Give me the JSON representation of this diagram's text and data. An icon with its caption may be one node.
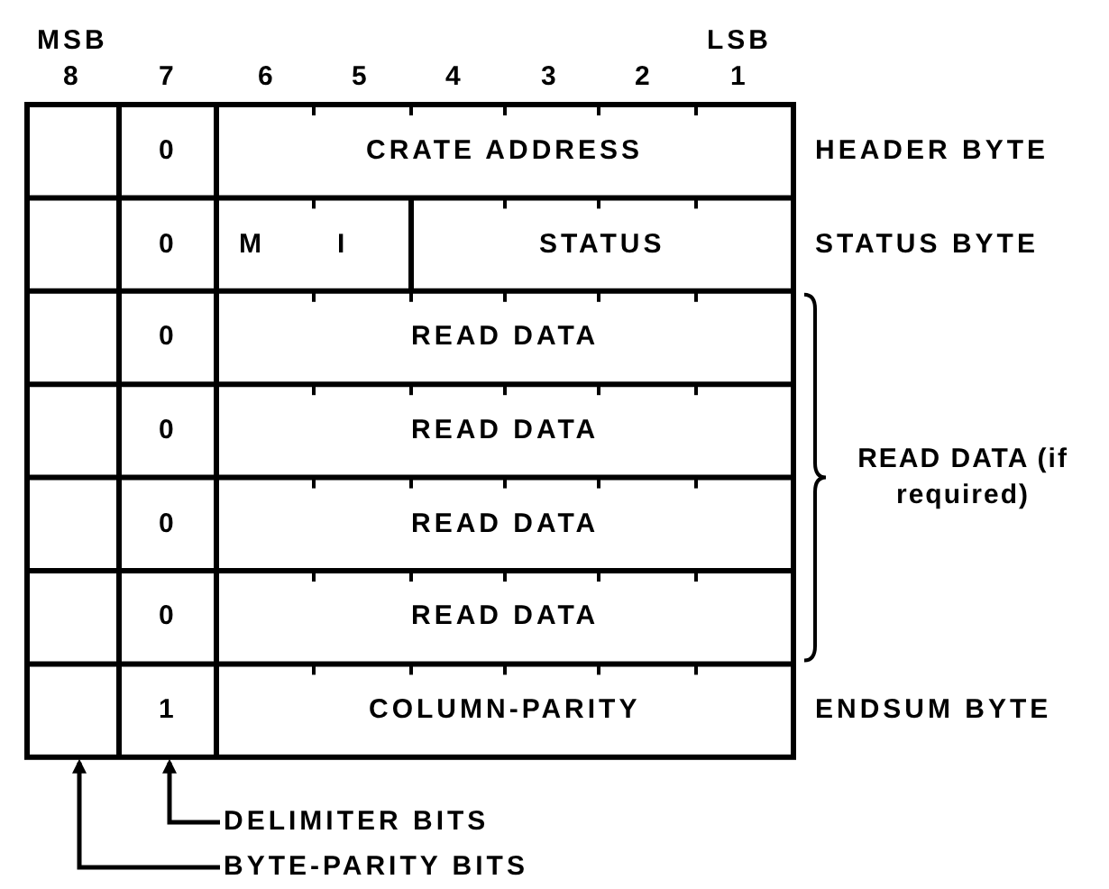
{
  "diagram": {
    "nodes": [
      {
        "text": [
          "DELIMITER BITS"
        ]
      },
      {
        "text": [
          "BYTE-PARITY BITS"
        ]
      }
    ],
    "edges": [
      {
        "from": 0,
        "to": null,
        "arrow": "to"
      },
      {
        "from": 1,
        "to": null,
        "arrow": "to"
      }
    ],
    "labels": [
      "MSB",
      "LSB",
      "8",
      "7",
      "6",
      "5",
      "4",
      "3",
      "2",
      "1",
      "0",
      "CRATE ADDRESS",
      "HEADER BYTE",
      "0",
      "M",
      "I",
      "STATUS",
      "STATUS BYTE",
      "0",
      "READ DATA",
      "0",
      "READ DATA",
      "READ DATA (if required)",
      "0",
      "READ DATA",
      "0",
      "READ DATA",
      "1",
      "COLUMN-PARITY",
      "ENDSUM BYTE"
    ]
  }
}
